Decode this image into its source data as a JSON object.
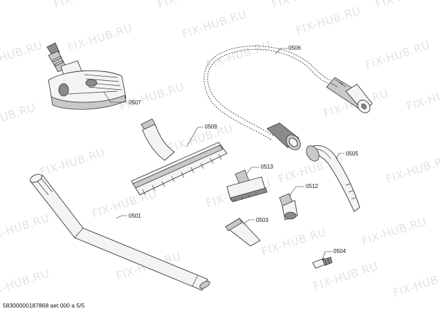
{
  "watermark": "FIX-HUB.RU",
  "footer": "58300000187868 aet 000 a 5/5",
  "parts": {
    "p0507": "0507",
    "p0506": "0506",
    "p0509": "0509",
    "p0505": "0505",
    "p0513": "0513",
    "p0512": "0512",
    "p0501": "0501",
    "p0503": "0503",
    "p0504": "0504"
  }
}
